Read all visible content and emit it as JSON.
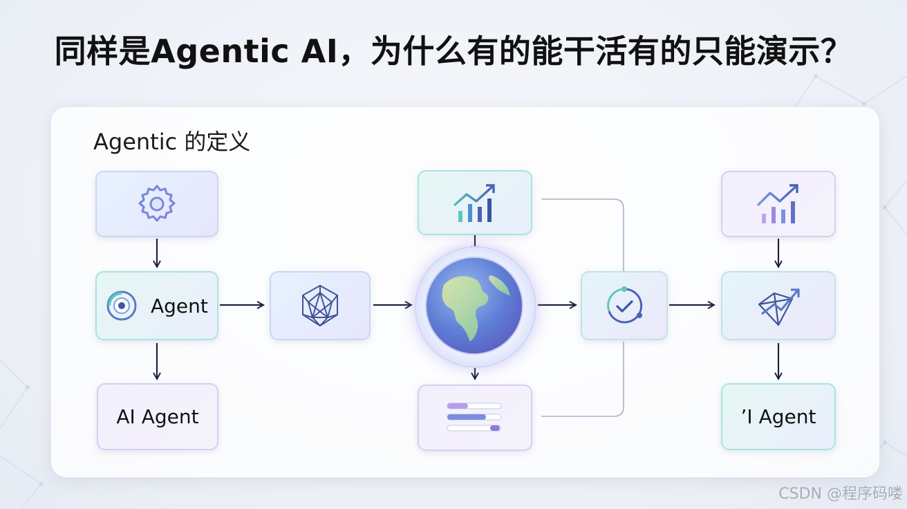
{
  "title": "同样是Agentic AI，为什么有的能干活有的只能演示？",
  "subtitle": "Agentic 的定义",
  "nodes": {
    "gear": {
      "icon": "gear-icon"
    },
    "agent": {
      "label": "Agent",
      "icon": "target-icon"
    },
    "ai_agent_left": {
      "label": "AI Agent"
    },
    "network": {
      "icon": "network-polyhedron-icon"
    },
    "chart_top": {
      "icon": "bar-chart-growth-icon"
    },
    "globe": {
      "icon": "globe-icon"
    },
    "list_bottom": {
      "icon": "progress-list-icon"
    },
    "check": {
      "icon": "check-cycle-icon"
    },
    "chart_right": {
      "icon": "bar-chart-growth-icon"
    },
    "diamond": {
      "icon": "diamond-arrow-icon"
    },
    "ai_agent_right": {
      "label": "’I Agent"
    }
  },
  "colors": {
    "accent_blue": "#4a62b5",
    "accent_teal": "#5ac9bd",
    "accent_purple": "#9b8ae0",
    "arrow": "#1b2440"
  },
  "watermark": "CSDN @程序码喽"
}
